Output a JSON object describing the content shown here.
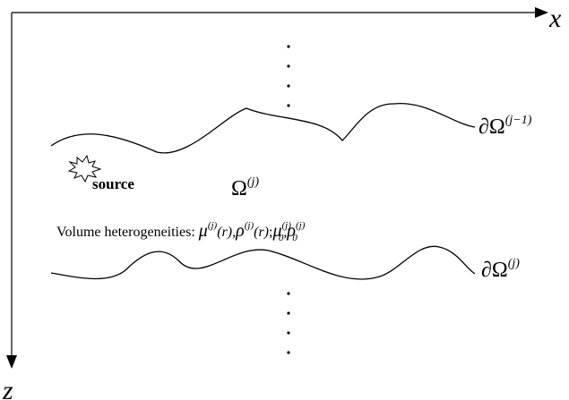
{
  "axes": {
    "x_label": "x",
    "z_label": "z"
  },
  "labels": {
    "upper_boundary": "∂Ω",
    "upper_boundary_sup": "(j−1)",
    "lower_boundary": "∂Ω",
    "lower_boundary_sup": "(j)",
    "source": "source",
    "layer": "Ω",
    "layer_sup": "(j)",
    "volume_prefix": "Volume heterogeneities: ",
    "mu": "μ",
    "rho": "ρ",
    "sup_j": "(j)",
    "sub_0": "0",
    "arg_r": "(r)",
    "comma": ",",
    "semicolon": ";"
  }
}
